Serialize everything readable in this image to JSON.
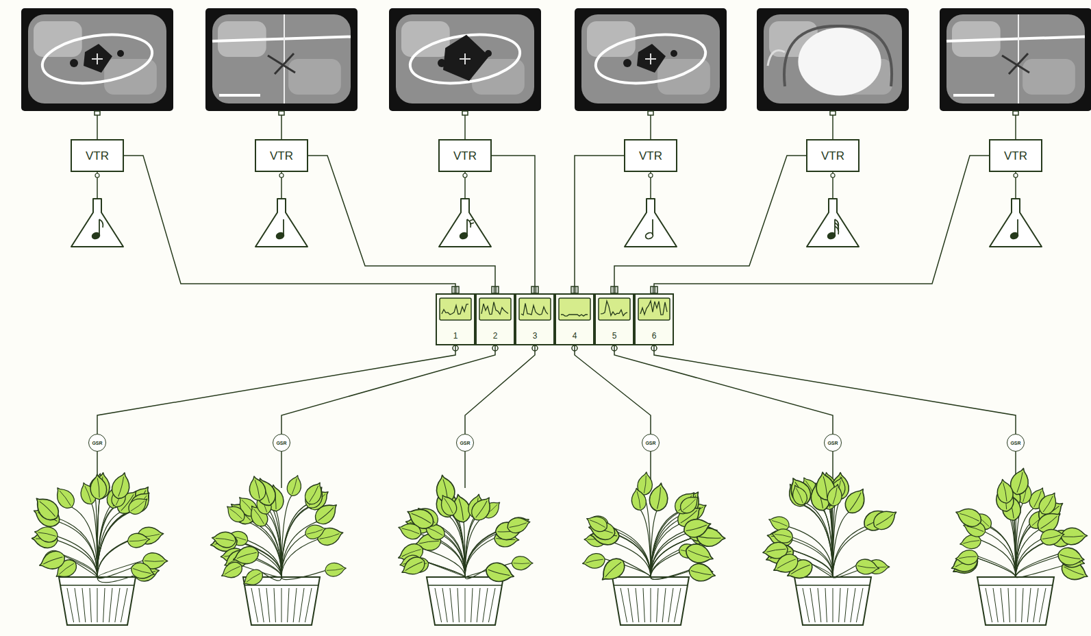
{
  "diagram": {
    "nodes": [
      {
        "text": [
          "VTR"
        ]
      },
      {
        "text": [
          "VTR"
        ]
      },
      {
        "text": [
          "VTR"
        ]
      },
      {
        "text": [
          "VTR"
        ]
      },
      {
        "text": [
          "VTR"
        ]
      },
      {
        "text": [
          "VTR"
        ]
      },
      {
        "text": [
          "1"
        ]
      },
      {
        "text": [
          "2"
        ]
      },
      {
        "text": [
          "3"
        ]
      },
      {
        "text": [
          "4"
        ]
      },
      {
        "text": [
          "5"
        ]
      },
      {
        "text": [
          "6"
        ]
      },
      {
        "text": [
          "GSR"
        ]
      },
      {
        "text": [
          "GSR"
        ]
      },
      {
        "text": [
          "GSR"
        ]
      },
      {
        "text": [
          "GSR"
        ]
      },
      {
        "text": [
          "GSR"
        ]
      },
      {
        "text": [
          "GSR"
        ]
      }
    ],
    "edges": [
      {
        "from": 0,
        "to": 6,
        "arrow": "none"
      },
      {
        "from": 1,
        "to": 7,
        "arrow": "none"
      },
      {
        "from": 2,
        "to": 8,
        "arrow": "none"
      },
      {
        "from": 3,
        "to": 9,
        "arrow": "none"
      },
      {
        "from": 4,
        "to": 10,
        "arrow": "none"
      },
      {
        "from": 5,
        "to": 11,
        "arrow": "none"
      },
      {
        "from": 12,
        "to": 6,
        "arrow": "none"
      },
      {
        "from": 13,
        "to": 7,
        "arrow": "none"
      },
      {
        "from": 14,
        "to": 8,
        "arrow": "none"
      },
      {
        "from": 15,
        "to": 9,
        "arrow": "none"
      },
      {
        "from": 16,
        "to": 10,
        "arrow": "none"
      },
      {
        "from": 17,
        "to": 11,
        "arrow": "none"
      }
    ]
  }
}
